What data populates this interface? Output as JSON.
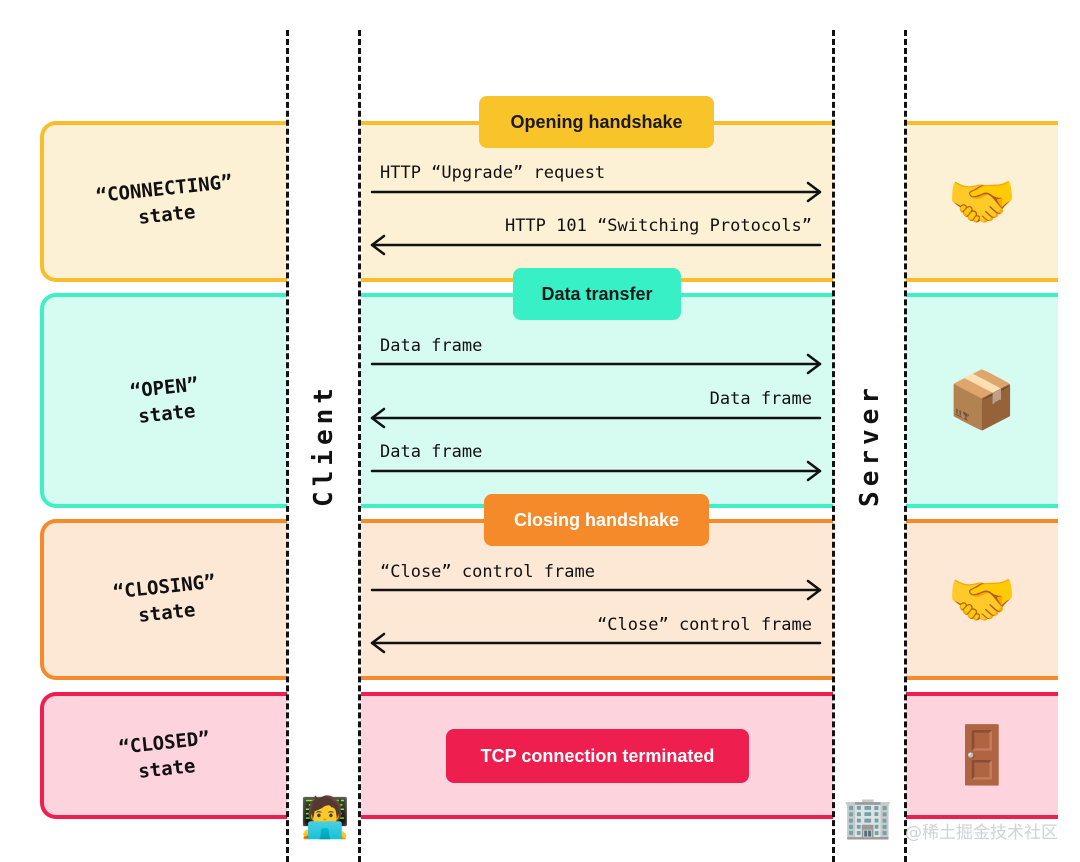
{
  "states": [
    {
      "key": "connecting",
      "quote": "“CONNECTING”",
      "word": "state"
    },
    {
      "key": "open",
      "quote": "“OPEN”",
      "word": "state"
    },
    {
      "key": "closing",
      "quote": "“CLOSING”",
      "word": "state"
    },
    {
      "key": "closed",
      "quote": "“CLOSED”",
      "word": "state"
    }
  ],
  "phases": {
    "opening": "Opening handshake",
    "data": "Data transfer",
    "closing": "Closing handshake",
    "terminated": "TCP connection terminated"
  },
  "messages": {
    "upgrade_request": "HTTP “Upgrade” request",
    "switching_protocols": "HTTP 101 “Switching Protocols”",
    "data_frame_1": "Data frame",
    "data_frame_2": "Data frame",
    "data_frame_3": "Data frame",
    "close_frame_1": "“Close” control frame",
    "close_frame_2": "“Close” control frame"
  },
  "actors": {
    "client": "Client",
    "server": "Server"
  },
  "emoji": {
    "connecting": "🤝",
    "open": "📦",
    "closing": "🤝",
    "closed": "🚪",
    "client": "🧑‍💻",
    "server": "🏢"
  },
  "watermark": "@稀土掘金技术社区",
  "colors": {
    "connecting": "#f9bc2b",
    "open": "#3ff0c6",
    "closing": "#f58a2a",
    "closed": "#ee1f4f"
  }
}
